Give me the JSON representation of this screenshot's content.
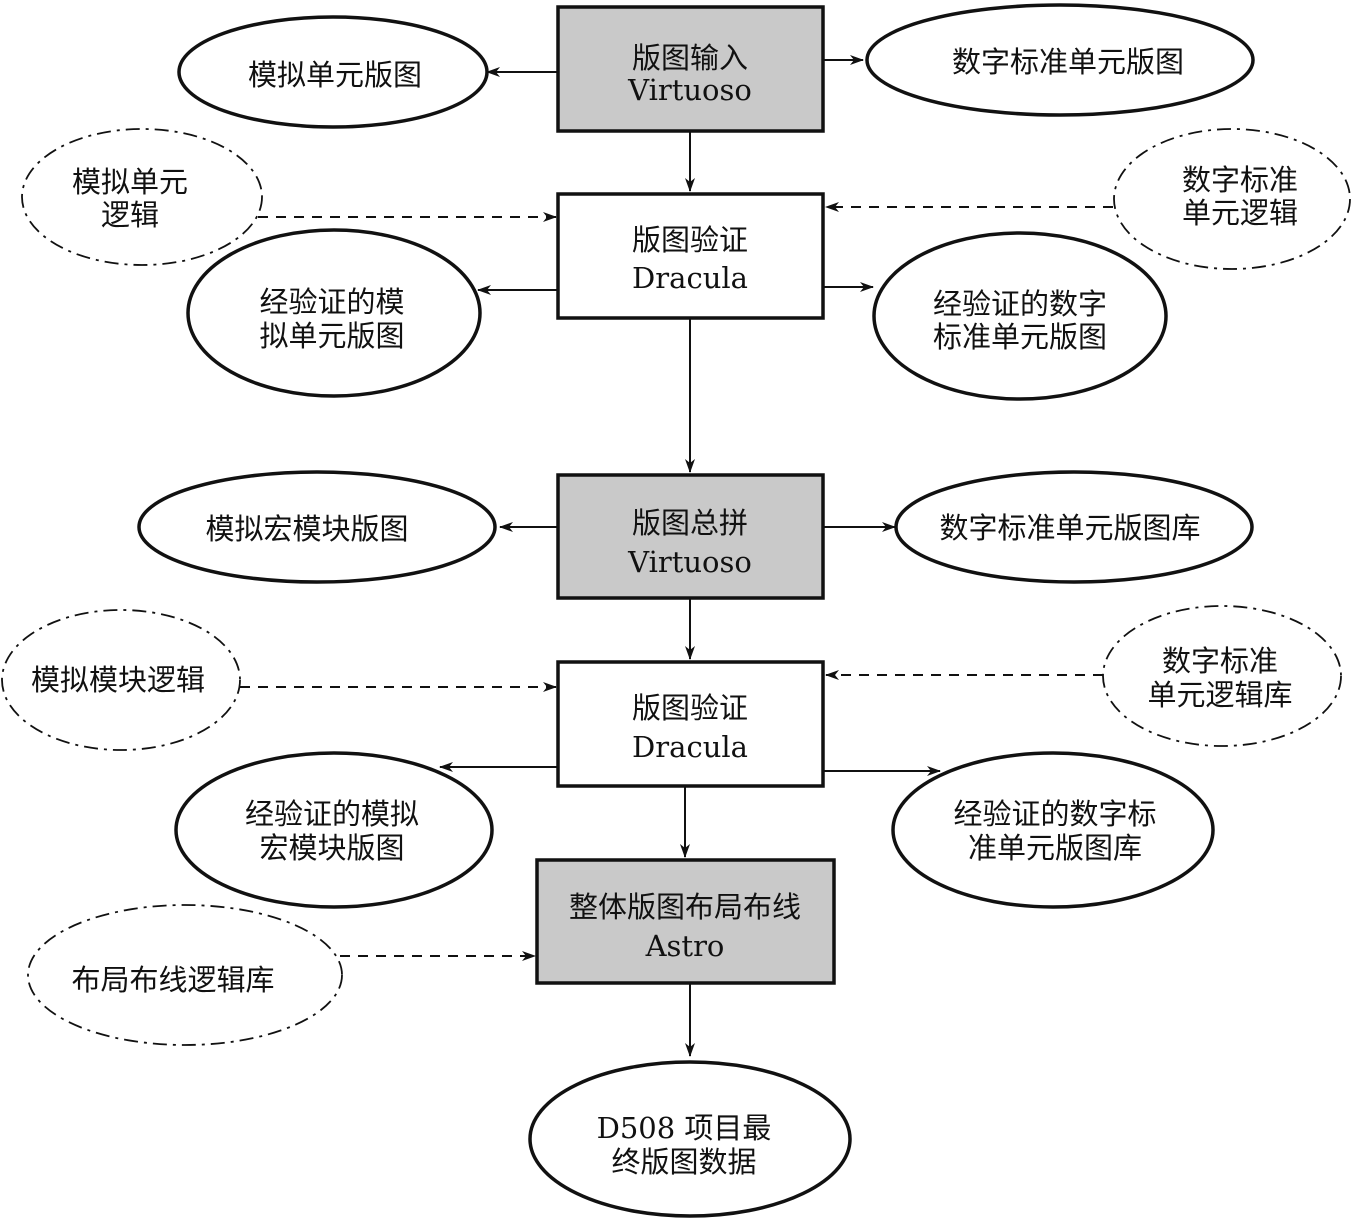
{
  "diagram": {
    "boxes": {
      "layout_input": {
        "line1": "版图输入",
        "line2": "Virtuoso"
      },
      "layout_verify_1": {
        "line1": "版图验证",
        "line2": "Dracula"
      },
      "layout_merge": {
        "line1": "版图总拼",
        "line2": "Virtuoso"
      },
      "layout_verify_2": {
        "line1": "版图验证",
        "line2": "Dracula"
      },
      "place_route": {
        "line1": "整体版图布局布线",
        "line2": "Astro"
      }
    },
    "ellipses": {
      "analog_cell_layout": {
        "line1": "模拟单元版图"
      },
      "digital_std_cell_layout": {
        "line1": "数字标准单元版图"
      },
      "analog_cell_logic": {
        "line1": "模拟单元",
        "line2": "逻辑"
      },
      "digital_std_cell_logic": {
        "line1": "数字标准",
        "line2": "单元逻辑"
      },
      "verified_analog_cell_layout": {
        "line1": "经验证的模",
        "line2": "拟单元版图"
      },
      "verified_digital_cell_layout": {
        "line1": "经验证的数字",
        "line2": "标准单元版图"
      },
      "analog_macro_layout": {
        "line1": "模拟宏模块版图"
      },
      "digital_std_cell_lib": {
        "line1": "数字标准单元版图库"
      },
      "analog_module_logic": {
        "line1": "模拟模块逻辑"
      },
      "digital_std_cell_logic_lib": {
        "line1": "数字标准",
        "line2": "单元逻辑库"
      },
      "verified_analog_macro_layout": {
        "line1": "经验证的模拟",
        "line2": "宏模块版图"
      },
      "verified_digital_cell_lib": {
        "line1": "经验证的数字标",
        "line2": "准单元版图库"
      },
      "place_route_logic_lib": {
        "line1": "布局布线逻辑库"
      },
      "final_layout_data": {
        "line1": "D508 项目最",
        "line2": "终版图数据"
      }
    }
  }
}
